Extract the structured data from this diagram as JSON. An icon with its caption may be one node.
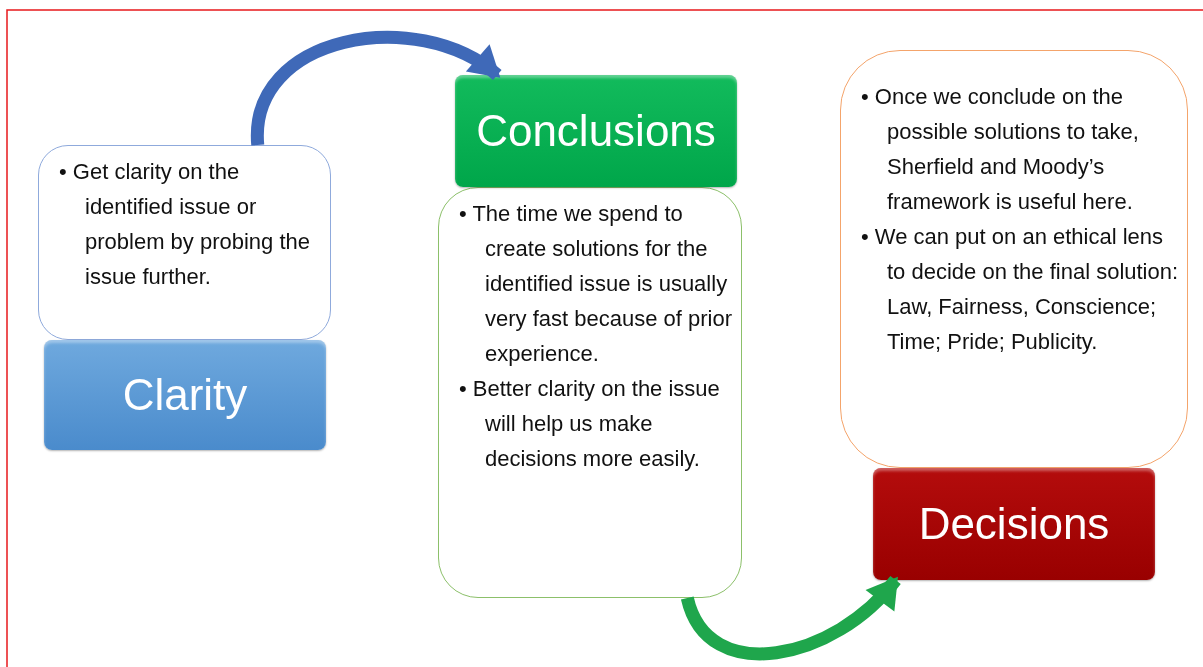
{
  "diagram": {
    "nodes": [
      {
        "text": [
          "• Get clarity on the identified issue or problem by probing the issue further."
        ]
      },
      {
        "text": [
          "Clarity"
        ]
      },
      {
        "text": [
          "Conclusions"
        ]
      },
      {
        "text": [
          "• The time we spend to create solutions for the identified issue is usually very fast because of prior experience.",
          "• Better clarity on the issue will help us make decisions more easily."
        ]
      },
      {
        "text": [
          "• Once we conclude on the possible solutions to take, Sherfield and Moody’s framework is useful here.",
          "• We can put on an ethical lens to decide on the final solution: Law, Fairness, Conscience; Time; Pride; Publicity."
        ]
      },
      {
        "text": [
          "Decisions"
        ]
      }
    ],
    "edges": [
      {
        "from": 0,
        "to": 2,
        "arrow": "to",
        "color": "#3f69b8"
      },
      {
        "from": 3,
        "to": 5,
        "arrow": "to",
        "color": "#1fa64c"
      }
    ]
  }
}
